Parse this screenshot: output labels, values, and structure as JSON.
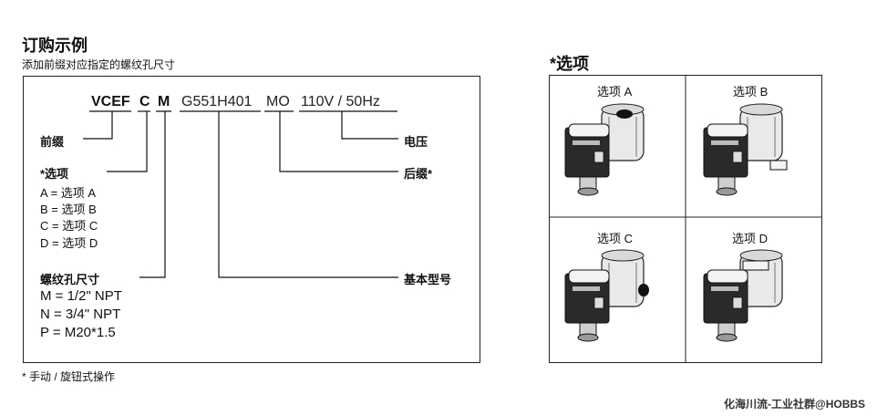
{
  "heading": {
    "title": "订购示例",
    "subtitle": "添加前缀对应指定的螺纹孔尺寸"
  },
  "model_code": {
    "prefix": "VCEF",
    "option": "C",
    "thread": "M",
    "base": "G551H401",
    "suffix": "MO",
    "voltage": "110V / 50Hz"
  },
  "labels": {
    "prefix": "前缀",
    "option": "*选项",
    "thread": "螺纹孔尺寸",
    "voltage": "电压",
    "suffix": "后缀*",
    "base": "基本型号"
  },
  "option_list": [
    "A = 选项 A",
    "B = 选项 B",
    "C = 选项 C",
    "D = 选项 D"
  ],
  "thread_list": [
    "M = 1/2\" NPT",
    "N = 3/4\" NPT",
    "P = M20*1.5"
  ],
  "footnote": "* 手动 / 旋钮式操作",
  "options_panel": {
    "title": "*选项",
    "cells": [
      "选项 A",
      "选项 B",
      "选项 C",
      "选项 D"
    ]
  },
  "watermark": "化海川流-工业社群@HOBBS"
}
